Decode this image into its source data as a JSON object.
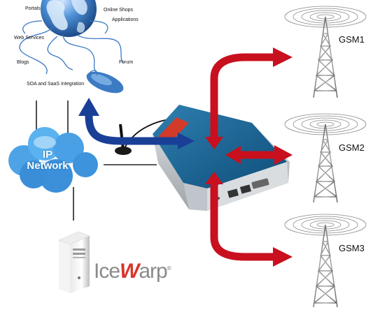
{
  "internet_labels": {
    "portals": "Portals",
    "online_shops": "Online Shops",
    "applications": "Applications",
    "web_services": "Web Services",
    "blogs": "Blogs",
    "forum": "Forum",
    "soa": "SOA and SaaS Integration"
  },
  "cloud": {
    "line1": "IP",
    "line2": "Network"
  },
  "brand": {
    "prefix": "Ice",
    "mark": "W",
    "suffix": "arp",
    "registered": "®"
  },
  "towers": [
    {
      "label": "GSM1"
    },
    {
      "label": "GSM2"
    },
    {
      "label": "GSM3"
    }
  ],
  "colors": {
    "red_arrow": "#c8101e",
    "blue_arrow": "#1a3f97",
    "cloud": "#3e9be0",
    "globe": "#2a6db5"
  }
}
